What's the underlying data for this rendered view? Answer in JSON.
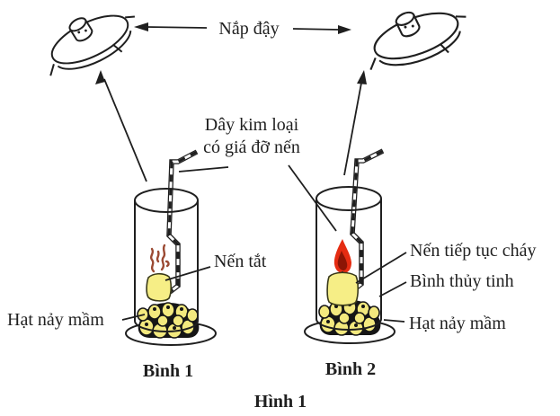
{
  "figure": {
    "caption": "Hình 1",
    "colors": {
      "line": "#1f1f1f",
      "candle": "#f6ee86",
      "seed": "#f3e97e",
      "smoke": "#9b4a33",
      "flame": "#e52c12",
      "flame_core": "#8c1505",
      "background": "#ffffff"
    },
    "labels": {
      "lid": "Nắp đậy",
      "wire_line1": "Dây kim loại",
      "wire_line2": "có giá đỡ nến",
      "candle_extinguished": "Nến tắt",
      "candle_burning": "Nến tiếp tục cháy",
      "glass_jar": "Bình thủy tinh",
      "germinating_seeds_left": "Hạt nảy mầm",
      "germinating_seeds_right": "Hạt nảy mầm",
      "jar1_caption": "Bình 1",
      "jar2_caption": "Bình 2"
    }
  }
}
